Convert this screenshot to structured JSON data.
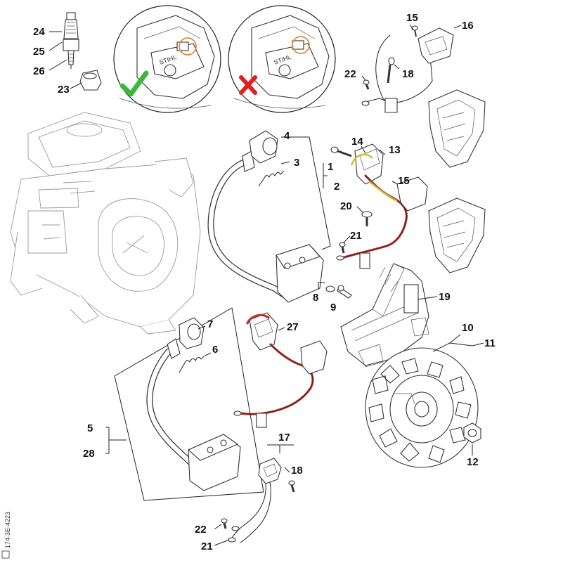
{
  "callouts": {
    "l1": "1",
    "l2": "2",
    "l3": "3",
    "l4": "4",
    "l5": "5",
    "l6": "6",
    "l7": "7",
    "l8": "8",
    "l9": "9",
    "l10": "10",
    "l11": "11",
    "l12": "12",
    "l13": "13",
    "l14": "14",
    "l15a": "15",
    "l15b": "15",
    "l16": "16",
    "l17": "17",
    "l18a": "18",
    "l18b": "18",
    "l19": "19",
    "l20": "20",
    "l21a": "21",
    "l21b": "21",
    "l22a": "22",
    "l22b": "22",
    "l23": "23",
    "l24": "24",
    "l25": "25",
    "l26": "26",
    "l27": "27",
    "l28": "28"
  },
  "figure_code": "174-3E-4223",
  "colors": {
    "check": "#3cb83c",
    "cross": "#e02020",
    "wire": "#c0302a",
    "highlight": "#e08a3c"
  }
}
